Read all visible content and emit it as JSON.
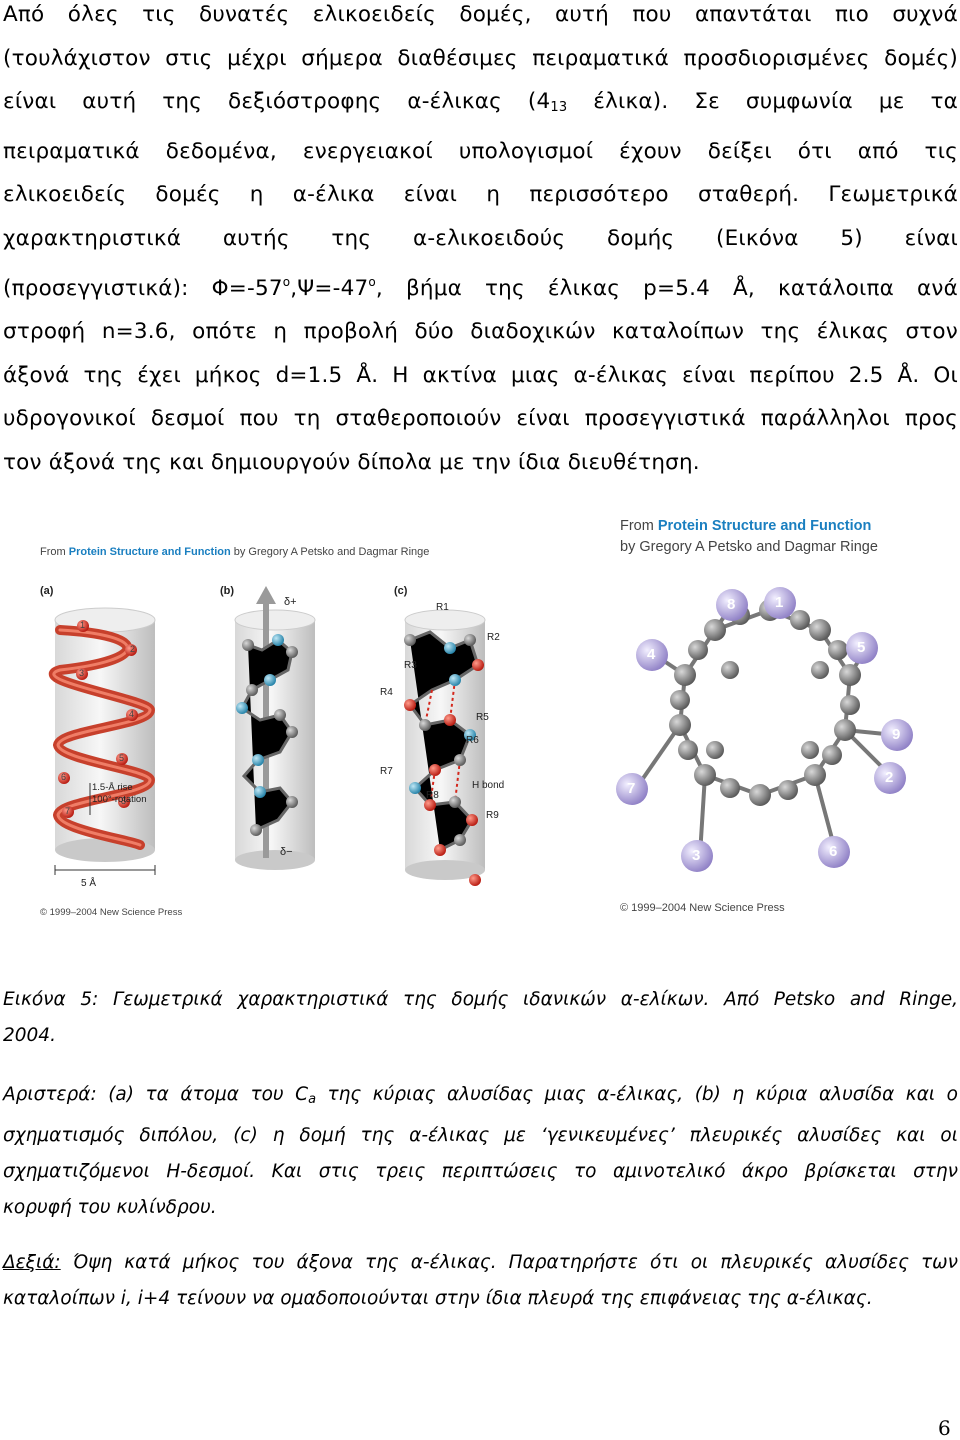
{
  "body": {
    "lines": [
      "Από όλες τις δυνατές ελικοειδείς δομές, αυτή που απαντάται πιο συχνά",
      "(τουλάχιστον στις μέχρι σήμερα διαθέσιμες πειραματικά προσδιορισμένες δομές)",
      [
        "είναι αυτή της δεξιόστροφης α-έλικας (4",
        "13",
        " έλικα). Σε συμφωνία με τα"
      ],
      "πειραματικά δεδομένα, ενεργειακοί υπολογισμοί έχουν δείξει ότι από τις",
      "ελικοειδείς δομές η α-έλικα είναι η περισσότερο σταθερή. Γεωμετρικά",
      "χαρακτηριστικά αυτής της α-ελικοειδούς δομής (Εικόνα 5) είναι",
      [
        "(προσεγγιστικά): Φ=-57",
        "ο",
        ",Ψ=-47",
        "ο",
        ", βήμα της έλικας p=5.4 Å, κατάλοιπα ανά"
      ],
      "στροφή n=3.6, οπότε η προβολή δύο διαδοχικών καταλοίπων της έλικας στον",
      "άξονά της έχει μήκος d=1.5 Å. Η ακτίνα μιας α-έλικας είναι περίπου 2.5 Å. Οι",
      "υδρογονικοί δεσμοί που τη σταθεροποιούν είναι προσεγγιστικά παράλληλοι προς",
      "τον άξονά της και δημιουργούν δίπολα με την ίδια διευθέτηση."
    ]
  },
  "figure_left": {
    "source_prefix": "From ",
    "source_title": "Protein Structure and Function",
    "source_suffix": " by Gregory A Petsko and Dagmar Ringe",
    "panel_a": "(a)",
    "panel_b": "(b)",
    "panel_c": "(c)",
    "rise_label_1": "1.5-Å rise",
    "rise_label_2": "100°-rotation",
    "pitch_label": "5 Å",
    "delta_plus": "δ+",
    "delta_minus": "δ−",
    "hbond_label": "H bond",
    "copyright": "© 1999–2004 New Science Press",
    "helix_numbers": [
      "1",
      "2",
      "3",
      "4",
      "5",
      "6",
      "7",
      "8"
    ],
    "r_labels": [
      "R1",
      "R2",
      "R3",
      "R4",
      "R5",
      "R6",
      "R7",
      "R8",
      "R9"
    ]
  },
  "figure_right": {
    "source_prefix": "From ",
    "source_title": "Protein Structure and Function",
    "source_line2": "by Gregory A Petsko and Dagmar Ringe",
    "copyright": "© 1999–2004 New Science Press",
    "residues": [
      "8",
      "1",
      "4",
      "5",
      "9",
      "7",
      "2",
      "3",
      "6"
    ]
  },
  "caption": {
    "title_lines": [
      "Εικόνα 5: Γεωμετρικά χαρακτηριστικά της δομής ιδανικών α-ελίκων. Από Petsko and Ringe,",
      "2004."
    ],
    "left_lines": [
      [
        "Αριστερά: (a) τα άτομα του C",
        "a",
        " της κύριας αλυσίδας μιας α-έλικας, (b) η κύρια αλυσίδα και ο"
      ],
      "σχηματισμός διπόλου, (c) η δομή της α-έλικας με ‘γενικευμένες’ πλευρικές αλυσίδες και οι",
      "σχηματιζόμενοι Η-δεσμοί. Και στις τρεις περιπτώσεις το αμινοτελικό άκρο βρίσκεται στην",
      "κορυφή του κυλίνδρου."
    ],
    "right_label": "Δεξιά:",
    "right_lines": [
      " Όψη κατά μήκος του άξονα της α-έλικας. Παρατηρήστε ότι οι πλευρικές αλυσίδες των",
      "καταλοίπων i, i+4 τείνουν να ομαδοποιούνται στην ίδια πλευρά της επιφάνειας της α-έλικας."
    ]
  },
  "page_number": "6",
  "colors": {
    "accent": "#1a7fc0",
    "helix": "#d9442f",
    "residue": "#a99bd1",
    "oxygen": "#d4271c",
    "nitrogen": "#3a9fc4",
    "carbon": "#7a7a7a"
  }
}
